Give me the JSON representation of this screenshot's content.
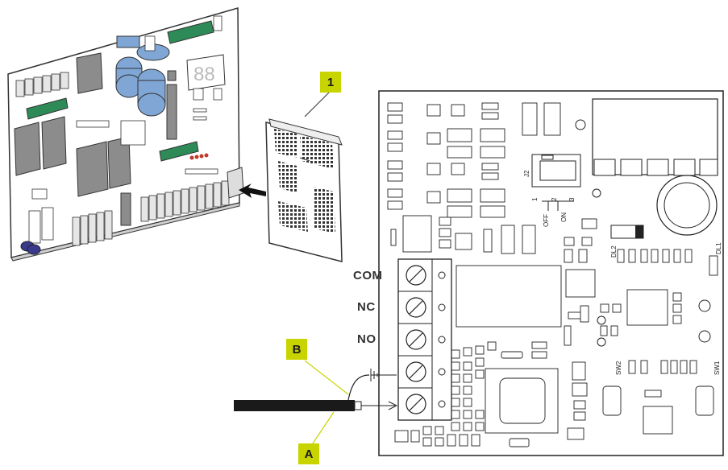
{
  "callouts": {
    "one": "1",
    "a": "A",
    "b": "B"
  },
  "terminals": {
    "com": "COM",
    "nc": "NC",
    "no": "NO"
  },
  "board_markings": {
    "j2": "J2",
    "pin1": "1",
    "pin2": "2",
    "pin3": "3",
    "off": "OFF",
    "on": "ON",
    "dl1": "DL1",
    "dl2": "DL2",
    "sw1": "SW1",
    "sw2": "SW2"
  },
  "colors": {
    "callout": "#c8d400",
    "green_part": "#2e8b57",
    "blue_part": "#7fa6d4",
    "cable": "#1a1a1a"
  }
}
